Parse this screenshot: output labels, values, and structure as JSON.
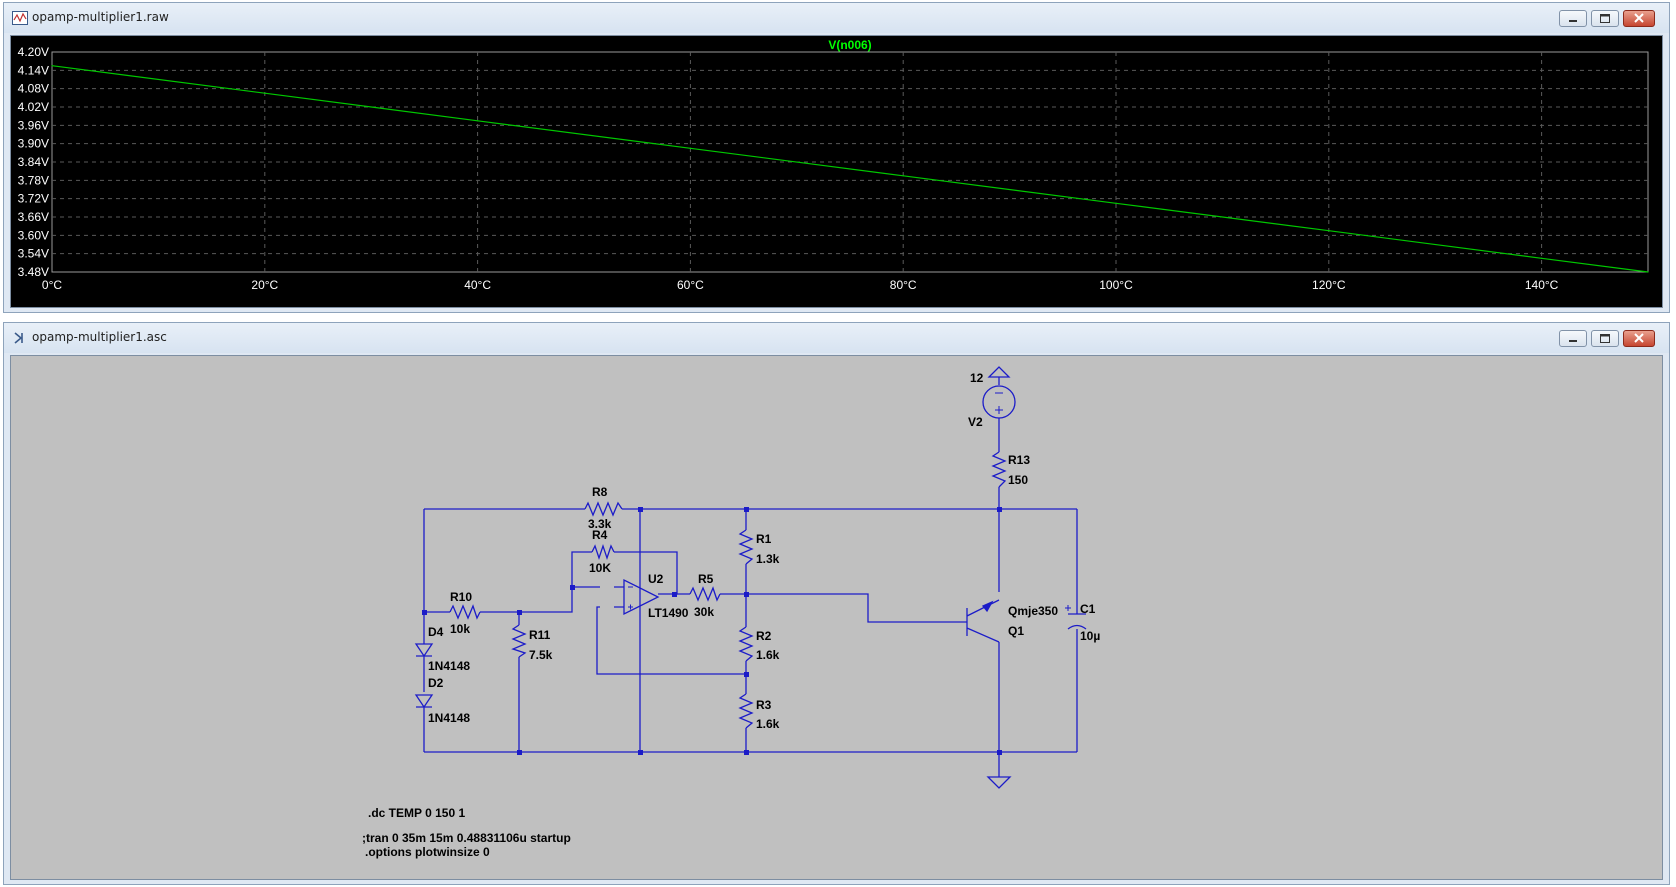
{
  "plot_window": {
    "title": "opamp-multiplier1.raw",
    "trace_label": "V(n006)",
    "colors": {
      "background": "#000000",
      "trace": "#00c800",
      "axis_text": "#ffffff",
      "trace_label": "#00ff00",
      "grid": "#5a5a5a"
    }
  },
  "chart_data": {
    "type": "line",
    "title": "V(n006)",
    "xlabel": "",
    "ylabel": "",
    "xlim": [
      0,
      150
    ],
    "ylim": [
      3.48,
      4.2
    ],
    "x_ticks": [
      0,
      20,
      40,
      60,
      80,
      100,
      120,
      140
    ],
    "x_tick_labels": [
      "0°C",
      "20°C",
      "40°C",
      "60°C",
      "80°C",
      "100°C",
      "120°C",
      "140°C"
    ],
    "y_ticks": [
      3.48,
      3.54,
      3.6,
      3.66,
      3.72,
      3.78,
      3.84,
      3.9,
      3.96,
      4.02,
      4.08,
      4.14,
      4.2
    ],
    "y_tick_labels": [
      "3.48V",
      "3.54V",
      "3.60V",
      "3.66V",
      "3.72V",
      "3.78V",
      "3.84V",
      "3.90V",
      "3.96V",
      "4.02V",
      "4.08V",
      "4.14V",
      "4.20V"
    ],
    "grid": true,
    "series": [
      {
        "name": "V(n006)",
        "x": [
          0,
          20,
          40,
          60,
          80,
          100,
          120,
          140,
          150
        ],
        "values": [
          4.155,
          4.065,
          3.975,
          3.885,
          3.795,
          3.705,
          3.615,
          3.525,
          3.48
        ]
      }
    ]
  },
  "schematic_window": {
    "title": "opamp-multiplier1.asc",
    "colors": {
      "background": "#c0c0c0",
      "wire": "#1c1cc8",
      "text": "#000000"
    },
    "labels": {
      "v2_value": "12",
      "v2_name": "V2",
      "r13_name": "R13",
      "r13_value": "150",
      "r8_name": "R8",
      "r8_value": "3.3k",
      "r4_name": "R4",
      "r4_value": "10K",
      "u2_name": "U2",
      "u2_part": "LT1490",
      "r5_name": "R5",
      "r5_value": "30k",
      "r1_name": "R1",
      "r1_value": "1.3k",
      "r2_name": "R2",
      "r2_value": "1.6k",
      "r3_name": "R3",
      "r3_value": "1.6k",
      "r10_name": "R10",
      "r10_value": "10k",
      "r11_name": "R11",
      "r11_value": "7.5k",
      "d4_name": "D4",
      "d4_part": "1N4148",
      "d2_name": "D2",
      "d2_part": "1N4148",
      "q1_model": "Qmje350",
      "q1_name": "Q1",
      "c1_name": "C1",
      "c1_value": "10µ"
    },
    "directives": [
      ".dc TEMP 0 150 1",
      ";tran 0 35m 15m 0.48831106u startup",
      ".options plotwinsize 0"
    ]
  }
}
